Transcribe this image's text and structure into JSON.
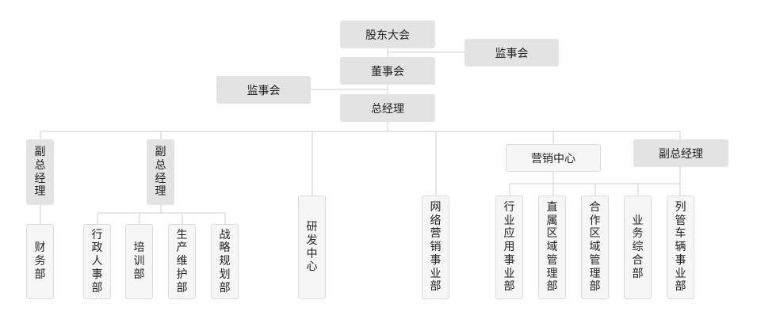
{
  "colors": {
    "line": "#cfcfcf",
    "solid_fill": "#e3e3e3",
    "outline_fill": "#f6f6f6",
    "outline_border": "#dcdcdc",
    "text": "#222222"
  },
  "nodes": {
    "shareholders": "股东大会",
    "supervisory_top": "监事会",
    "board": "董事会",
    "supervisory_left": "监事会",
    "general_manager": "总经理",
    "vp_1": "副总经理",
    "vp_2": "副总经理",
    "finance": "财务部",
    "admin_hr": "行政人事部",
    "training": "培训部",
    "production_maintenance": "生产维护部",
    "strategy_planning": "战略规划部",
    "rd_center": "研发中心",
    "online_marketing": "网络营销事业部",
    "marketing_center": "营销中心",
    "vp_3": "副总经理",
    "industry_app": "行业应用事业部",
    "direct_region": "直属区域管理部",
    "partner_region": "合作区域管理部",
    "business_general": "业务综合部",
    "train_vehicle": "列管车辆事业部"
  }
}
